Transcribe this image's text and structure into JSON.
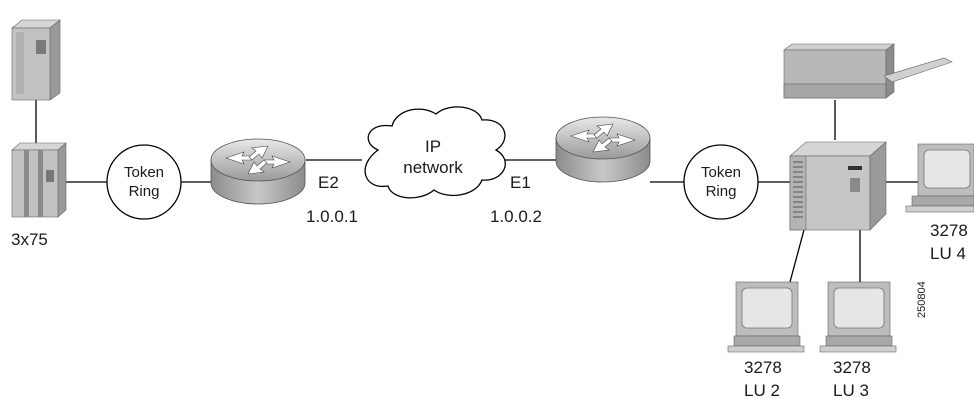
{
  "diagram": {
    "host_label": "3x75",
    "token_ring_left": [
      "Token",
      "Ring"
    ],
    "token_ring_right": [
      "Token",
      "Ring"
    ],
    "cloud": [
      "IP",
      "network"
    ],
    "interface_left": "E2",
    "interface_right": "E1",
    "ip_left": "1.0.0.1",
    "ip_right": "1.0.0.2",
    "terminal_lu4": [
      "3278",
      "LU 4"
    ],
    "terminal_lu2": [
      "3278",
      "LU 2"
    ],
    "terminal_lu3": [
      "3278",
      "LU 3"
    ],
    "figure_id": "250804"
  },
  "colors": {
    "device_gray": "#bdbdbd",
    "device_dark": "#8a8a8a",
    "screen": "#e6e6e6",
    "line": "#000000"
  }
}
